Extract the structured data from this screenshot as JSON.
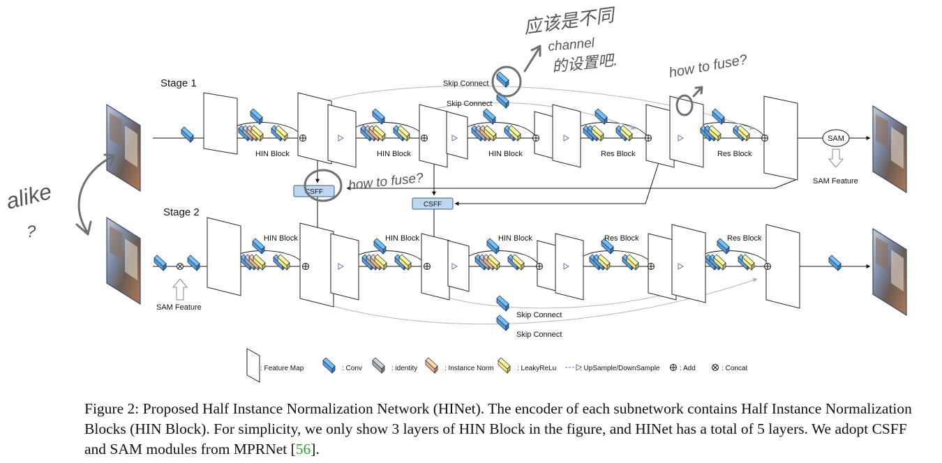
{
  "diagram": {
    "stage1_label": "Stage 1",
    "stage2_label": "Stage 2",
    "skip_connect_label": "Skip Connect",
    "csff_label": "CSFF",
    "sam_label": "SAM",
    "sam_feature_label": "SAM Feature",
    "stage1_blocks": [
      "HIN Block",
      "HIN Block",
      "HIN Block",
      "Res Block",
      "Res Block"
    ],
    "stage2_blocks": [
      "HIN Block",
      "HIN Block",
      "HIN Block",
      "Res Block",
      "Res Block"
    ]
  },
  "legend": {
    "feature_map": ": Feature Map",
    "conv": ": Conv",
    "identity": ": identity",
    "instance_norm": ": Instance Norm",
    "leaky_relu": ": LeakyReLu",
    "updown": ": UpSample/DownSample",
    "add": ": Add",
    "concat": ": Concat"
  },
  "colors": {
    "conv": "#5b9bd5",
    "identity": "#a9a9a9",
    "instance_norm": "#f4b183",
    "leaky_relu": "#ffe97f",
    "csff_fill": "#bdd7ee",
    "citation": "#2ca02c"
  },
  "annotations": {
    "alike": "alike",
    "question": "?",
    "how_to_fuse": "how to fuse?",
    "channel": "channel",
    "chinese_top": "应该是不同",
    "chinese_bottom": "的设置吧."
  },
  "caption": {
    "text_before": "Figure 2: Proposed Half Instance Normalization Network (HINet). The encoder of each subnetwork contains Half Instance Normalization Blocks (HIN Block). For simplicity, we only show 3 layers of HIN Block in the figure, and HINet has a total of 5 layers. We adopt CSFF and SAM modules from MPRNet [",
    "citation": "56",
    "text_after": "]."
  }
}
